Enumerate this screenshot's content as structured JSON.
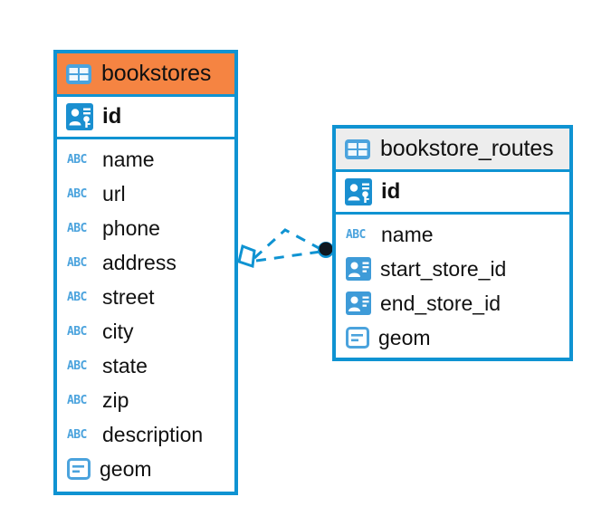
{
  "diagram": {
    "type": "entity-relationship-diagram",
    "background": "#ffffff",
    "accent_blue": "#0f93d2",
    "header_orange": "#f58442",
    "header_gray": "#ededed",
    "icon_blue": "#4ba3dd",
    "connector_color": "#0f93d2",
    "connector_endpoint_color": "#101820"
  },
  "tables": [
    {
      "name": "bookstores",
      "header_style": "orange",
      "table_icon": "table-grid-icon",
      "primary_key": {
        "label": "id",
        "icon": "primary-key-icon"
      },
      "fields": [
        {
          "label": "name",
          "icon": "abc-text-icon",
          "type": "ABC"
        },
        {
          "label": "url",
          "icon": "abc-text-icon",
          "type": "ABC"
        },
        {
          "label": "phone",
          "icon": "abc-text-icon",
          "type": "ABC"
        },
        {
          "label": "address",
          "icon": "abc-text-icon",
          "type": "ABC"
        },
        {
          "label": "street",
          "icon": "abc-text-icon",
          "type": "ABC"
        },
        {
          "label": "city",
          "icon": "abc-text-icon",
          "type": "ABC"
        },
        {
          "label": "state",
          "icon": "abc-text-icon",
          "type": "ABC"
        },
        {
          "label": "zip",
          "icon": "abc-text-icon",
          "type": "ABC"
        },
        {
          "label": "description",
          "icon": "abc-text-icon",
          "type": "ABC"
        },
        {
          "label": "geom",
          "icon": "geometry-icon",
          "type": "geometry"
        }
      ]
    },
    {
      "name": "bookstore_routes",
      "header_style": "gray",
      "table_icon": "table-grid-icon",
      "primary_key": {
        "label": "id",
        "icon": "primary-key-icon"
      },
      "fields": [
        {
          "label": "name",
          "icon": "abc-text-icon",
          "type": "ABC"
        },
        {
          "label": "start_store_id",
          "icon": "foreign-key-icon",
          "type": "reference"
        },
        {
          "label": "end_store_id",
          "icon": "foreign-key-icon",
          "type": "reference"
        },
        {
          "label": "geom",
          "icon": "geometry-icon",
          "type": "geometry"
        }
      ]
    }
  ],
  "relationships": [
    {
      "from_table": "bookstores",
      "to_table": "bookstore_routes",
      "style": "dashed",
      "source_marker": "diamond-outline",
      "target_marker": "filled-circle"
    },
    {
      "from_table": "bookstores",
      "to_table": "bookstore_routes",
      "style": "dashed",
      "source_marker": "diamond-outline",
      "target_marker": "filled-circle"
    }
  ]
}
